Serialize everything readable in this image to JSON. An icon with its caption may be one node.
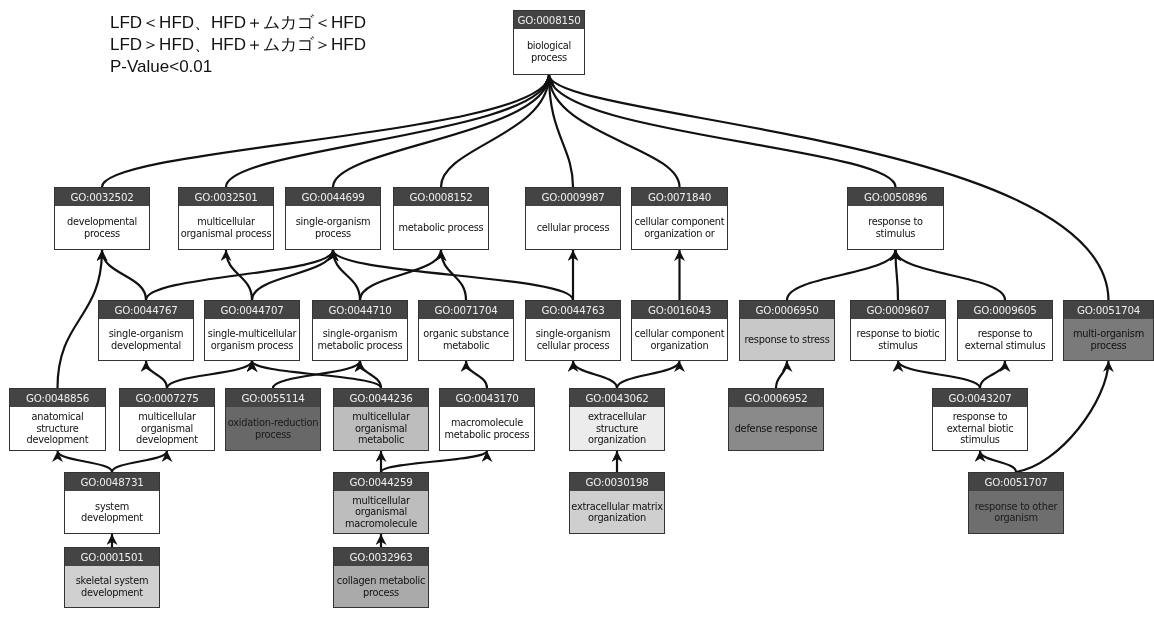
{
  "diagram": {
    "nodes": [
      {
        "text": [
          "GO:0008150",
          "biological process"
        ]
      },
      {
        "text": [
          "GO:0032502",
          "developmental process"
        ]
      },
      {
        "text": [
          "GO:0032501",
          "multicellular organismal process"
        ]
      },
      {
        "text": [
          "GO:0044699",
          "single-organism process"
        ]
      },
      {
        "text": [
          "GO:0008152",
          "metabolic process"
        ]
      },
      {
        "text": [
          "GO:0009987",
          "cellular process"
        ]
      },
      {
        "text": [
          "GO:0071840",
          "cellular component organization or"
        ]
      },
      {
        "text": [
          "GO:0050896",
          "response to stimulus"
        ]
      },
      {
        "text": [
          "GO:0044767",
          "single-organism developmental"
        ]
      },
      {
        "text": [
          "GO:0044707",
          "single-multicellular organism process"
        ]
      },
      {
        "text": [
          "GO:0044710",
          "single-organism metabolic process"
        ]
      },
      {
        "text": [
          "GO:0071704",
          "organic substance metabolic"
        ]
      },
      {
        "text": [
          "GO:0044763",
          "single-organism cellular process"
        ]
      },
      {
        "text": [
          "GO:0016043",
          "cellular component organization"
        ]
      },
      {
        "text": [
          "GO:0006950",
          "response to stress"
        ]
      },
      {
        "text": [
          "GO:0009607",
          "response to biotic stimulus"
        ]
      },
      {
        "text": [
          "GO:0009605",
          "response to external stimulus"
        ]
      },
      {
        "text": [
          "GO:0051704",
          "multi-organism process"
        ]
      },
      {
        "text": [
          "GO:0048856",
          "anatomical structure development"
        ]
      },
      {
        "text": [
          "GO:0007275",
          "multicellular organismal development"
        ]
      },
      {
        "text": [
          "GO:0055114",
          "oxidation-reduction process"
        ]
      },
      {
        "text": [
          "GO:0044236",
          "multicellular organismal metabolic"
        ]
      },
      {
        "text": [
          "GO:0043170",
          "macromolecule metabolic process"
        ]
      },
      {
        "text": [
          "GO:0043062",
          "extracellular structure organization"
        ]
      },
      {
        "text": [
          "GO:0006952",
          "defense response"
        ]
      },
      {
        "text": [
          "GO:0043207",
          "response to external biotic stimulus"
        ]
      },
      {
        "text": [
          "GO:0048731",
          "system development"
        ]
      },
      {
        "text": [
          "GO:0044259",
          "multicellular organismal macromolecule"
        ]
      },
      {
        "text": [
          "GO:0030198",
          "extracellular matrix organization"
        ]
      },
      {
        "text": [
          "GO:0051707",
          "response to other organism"
        ]
      },
      {
        "text": [
          "GO:0001501",
          "skeletal system development"
        ]
      },
      {
        "text": [
          "GO:0032963",
          "collagen metabolic process"
        ]
      }
    ],
    "edges": [
      {
        "from": 1,
        "to": 0,
        "arrow": "to"
      },
      {
        "from": 2,
        "to": 0,
        "arrow": "to"
      },
      {
        "from": 3,
        "to": 0,
        "arrow": "to"
      },
      {
        "from": 4,
        "to": 0,
        "arrow": "to"
      },
      {
        "from": 5,
        "to": 0,
        "arrow": "to"
      },
      {
        "from": 6,
        "to": 0,
        "arrow": "to"
      },
      {
        "from": 7,
        "to": 0,
        "arrow": "to"
      },
      {
        "from": 17,
        "to": 0,
        "arrow": "to"
      },
      {
        "from": 8,
        "to": 1,
        "arrow": "to"
      },
      {
        "from": 18,
        "to": 1,
        "arrow": "to"
      },
      {
        "from": 9,
        "to": 2,
        "arrow": "to"
      },
      {
        "from": 8,
        "to": 3,
        "arrow": "to"
      },
      {
        "from": 9,
        "to": 3,
        "arrow": "to"
      },
      {
        "from": 10,
        "to": 3,
        "arrow": "to"
      },
      {
        "from": 12,
        "to": 3,
        "arrow": "to"
      },
      {
        "from": 10,
        "to": 4,
        "arrow": "to"
      },
      {
        "from": 11,
        "to": 4,
        "arrow": "to"
      },
      {
        "from": 12,
        "to": 5,
        "arrow": "to"
      },
      {
        "from": 13,
        "to": 6,
        "arrow": "to"
      },
      {
        "from": 14,
        "to": 7,
        "arrow": "to"
      },
      {
        "from": 15,
        "to": 7,
        "arrow": "to"
      },
      {
        "from": 16,
        "to": 7,
        "arrow": "to"
      },
      {
        "from": 19,
        "to": 8,
        "arrow": "to"
      },
      {
        "from": 19,
        "to": 9,
        "arrow": "to"
      },
      {
        "from": 21,
        "to": 9,
        "arrow": "to"
      },
      {
        "from": 20,
        "to": 10,
        "arrow": "to"
      },
      {
        "from": 21,
        "to": 10,
        "arrow": "to"
      },
      {
        "from": 22,
        "to": 11,
        "arrow": "to"
      },
      {
        "from": 23,
        "to": 12,
        "arrow": "to"
      },
      {
        "from": 23,
        "to": 13,
        "arrow": "to"
      },
      {
        "from": 24,
        "to": 14,
        "arrow": "to"
      },
      {
        "from": 25,
        "to": 15,
        "arrow": "to"
      },
      {
        "from": 25,
        "to": 16,
        "arrow": "to"
      },
      {
        "from": 29,
        "to": 17,
        "arrow": "to"
      },
      {
        "from": 26,
        "to": 18,
        "arrow": "to"
      },
      {
        "from": 26,
        "to": 19,
        "arrow": "to"
      },
      {
        "from": 27,
        "to": 21,
        "arrow": "to"
      },
      {
        "from": 27,
        "to": 22,
        "arrow": "to"
      },
      {
        "from": 28,
        "to": 23,
        "arrow": "to"
      },
      {
        "from": 29,
        "to": 25,
        "arrow": "to"
      },
      {
        "from": 30,
        "to": 26,
        "arrow": "to"
      },
      {
        "from": 31,
        "to": 27,
        "arrow": "to"
      }
    ],
    "labels": [
      "LFD＜HFD、HFD＋ムカゴ＜HFD",
      "LFD＞HFD、HFD＋ムカゴ＞HFD",
      "P-Value<0.01"
    ]
  }
}
